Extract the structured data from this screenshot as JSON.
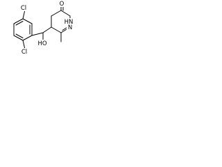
{
  "molecule": {
    "labels": {
      "cl_top": "Cl",
      "cl_bottom": "Cl",
      "hydroxyl": "HO",
      "methyl": "",
      "ring_nh": "HN",
      "ring_n": "N",
      "carbonyl_o": "O"
    }
  }
}
